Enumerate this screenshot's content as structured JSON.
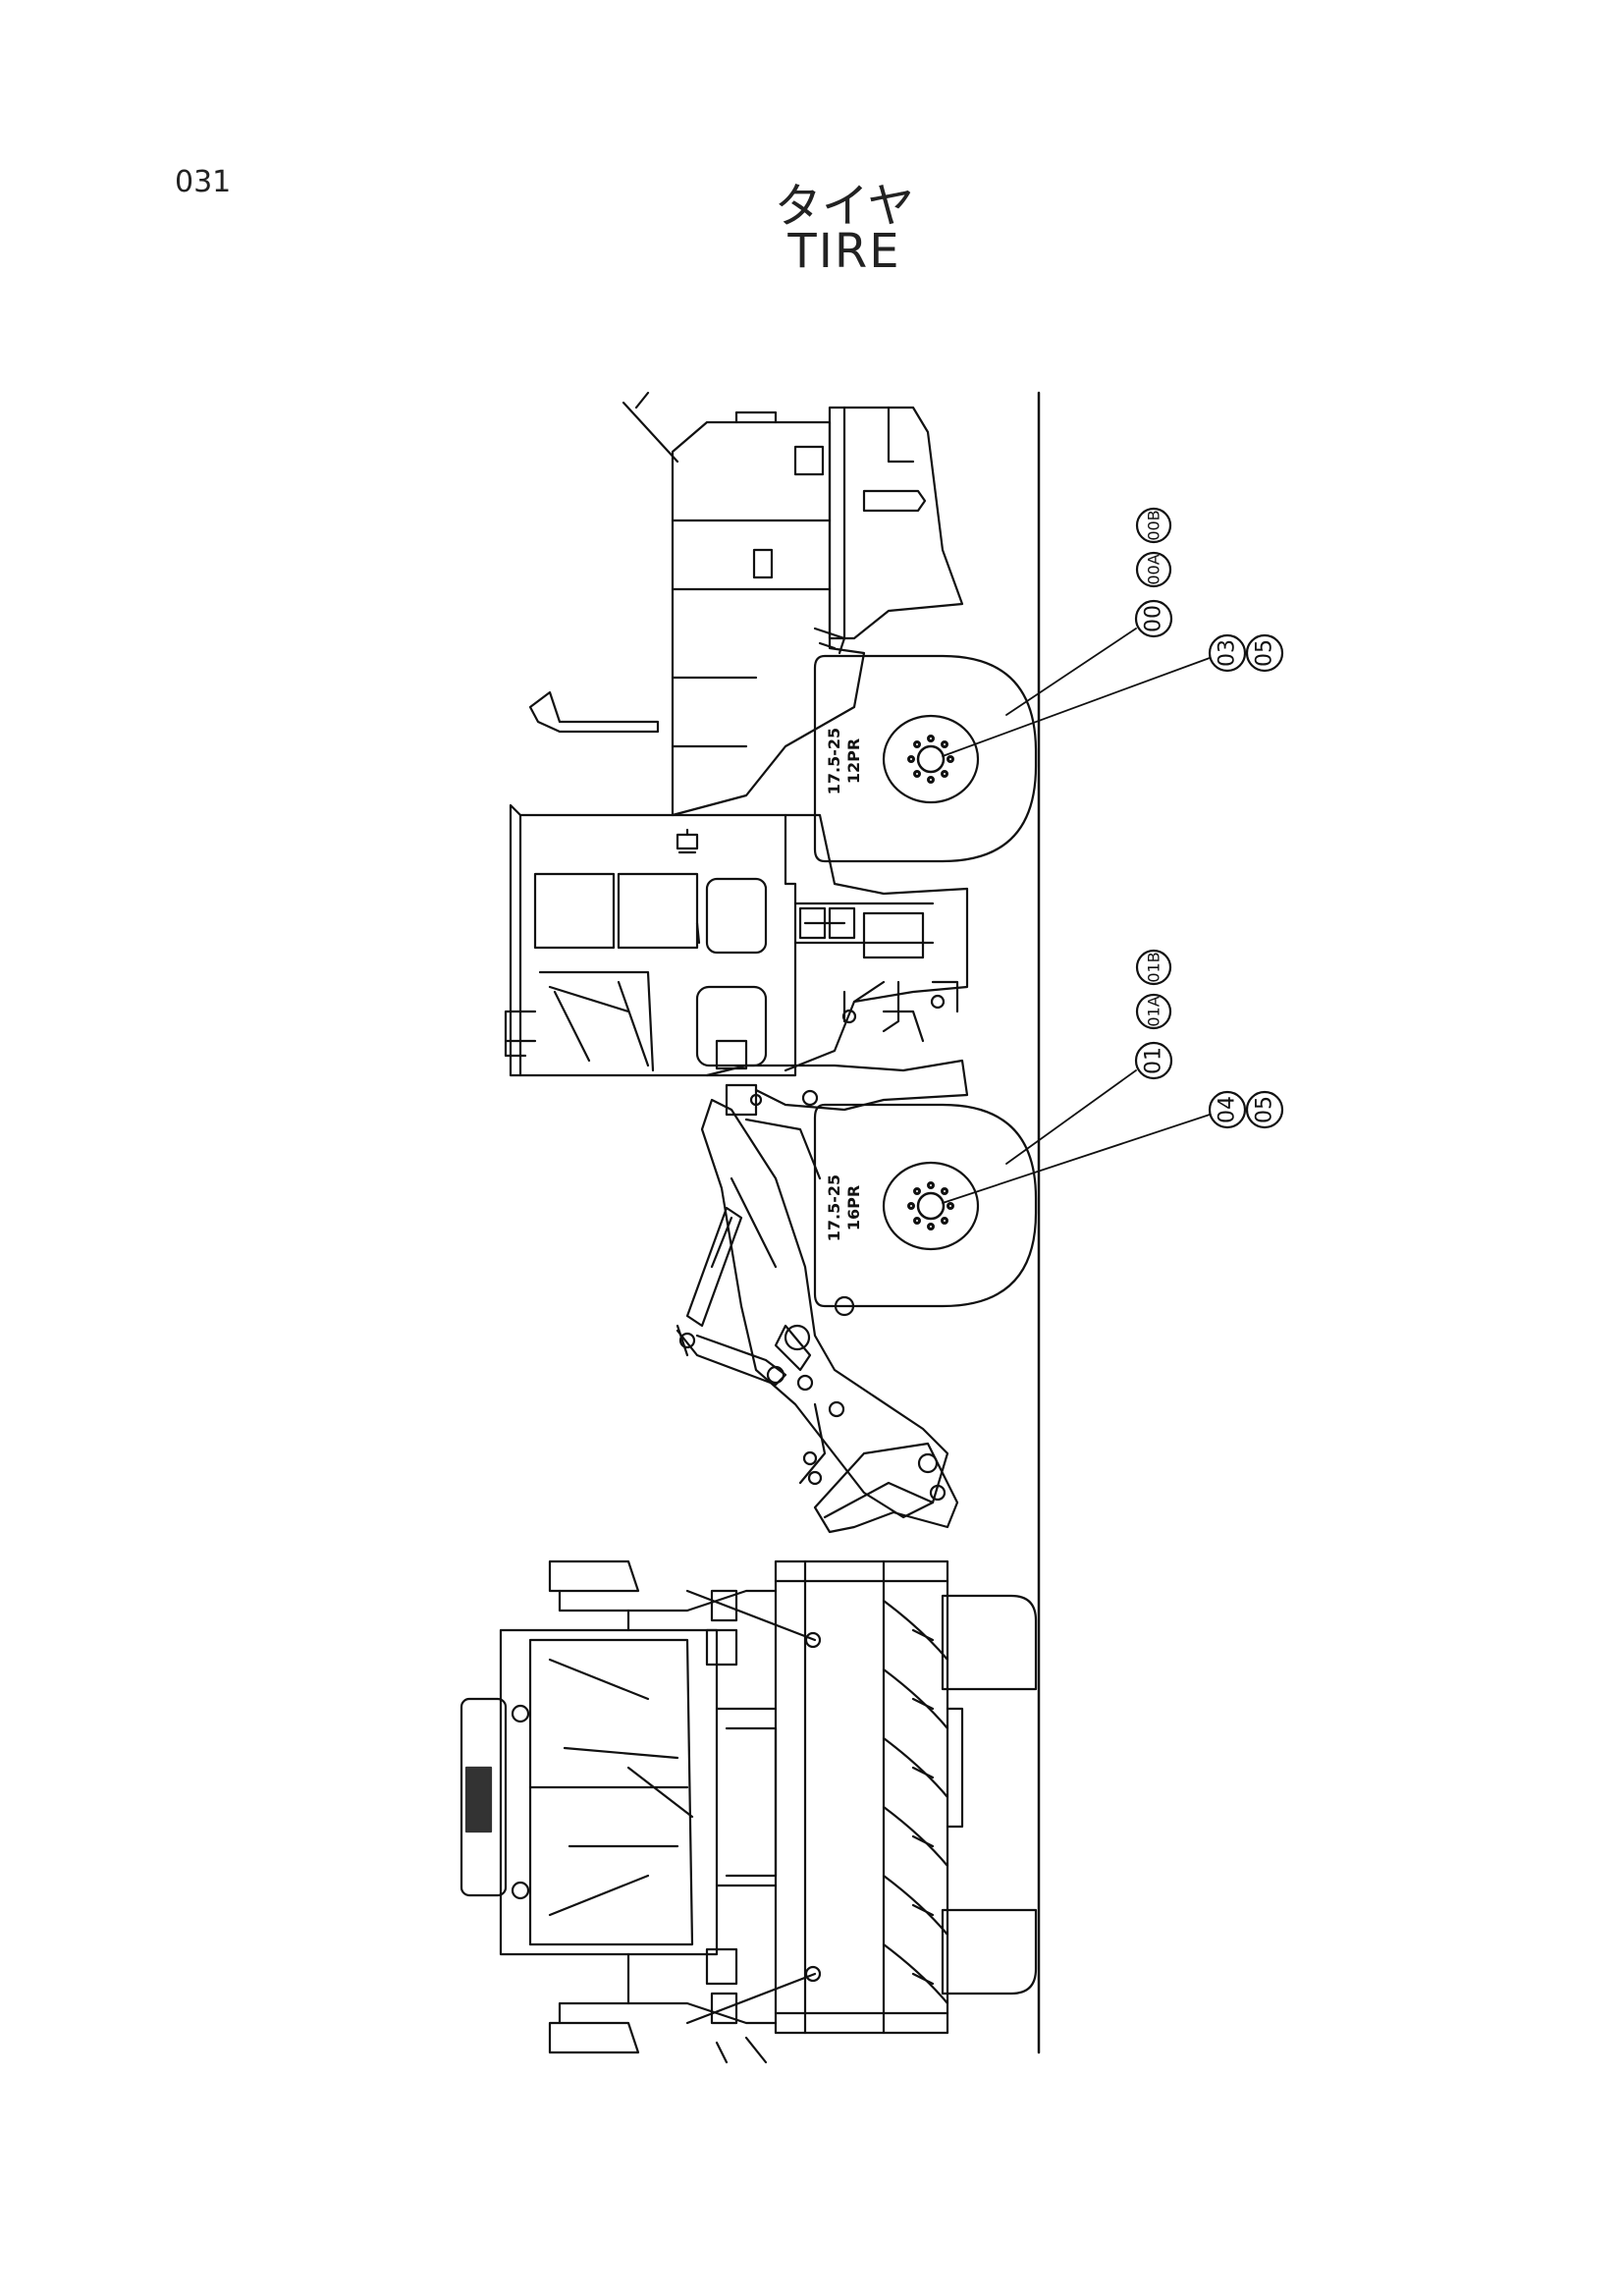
{
  "page": {
    "number": "031"
  },
  "title": {
    "japanese": "タイヤ",
    "english": "TIRE"
  },
  "rear_tire": {
    "size_label": "17.5-25",
    "ply_label": "12PR",
    "callouts_top": [
      "00",
      "00A",
      "00B"
    ],
    "callouts_bottom": [
      "03",
      "05"
    ]
  },
  "front_tire": {
    "size_label": "17.5-25",
    "ply_label": "16PR",
    "callouts_top": [
      "01",
      "01A",
      "01B"
    ],
    "callouts_bottom": [
      "04",
      "05"
    ]
  }
}
